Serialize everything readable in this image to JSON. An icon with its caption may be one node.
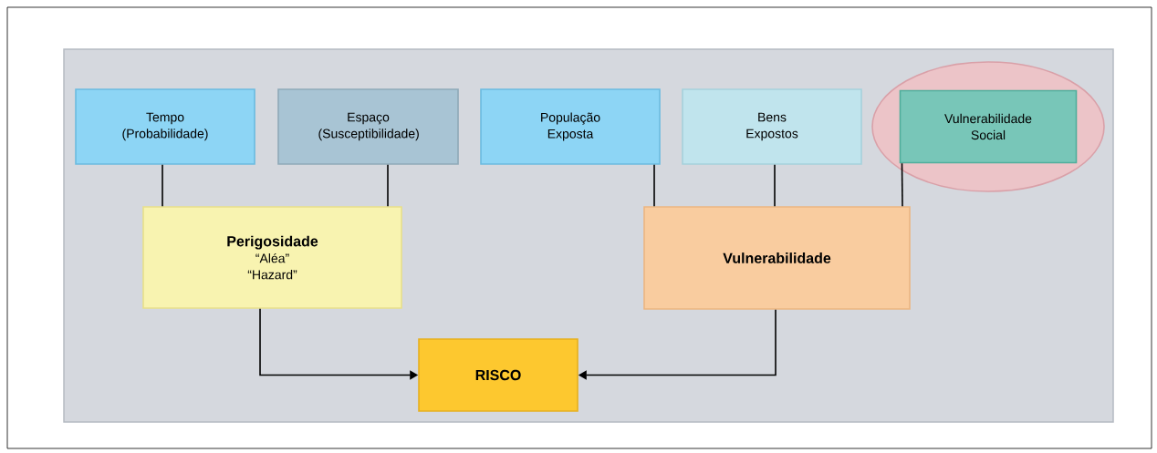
{
  "diagram": {
    "nodes": [
      {
        "text": [
          "Tempo (Probabilidade)"
        ]
      },
      {
        "text": [
          "Espaço (Susceptibilidade)"
        ]
      },
      {
        "text": [
          "População Exposta"
        ]
      },
      {
        "text": [
          "Bens Expostos"
        ]
      },
      {
        "text": [],
        "shape": "ellipse"
      },
      {
        "text": [
          "Vulnerabilidade Social"
        ],
        "in": 4
      },
      {
        "text": [
          "Perigosidade",
          "“Aléa”",
          "“Hazard”"
        ]
      },
      {
        "text": [
          "Vulnerabilidade"
        ]
      },
      {
        "text": [
          "RISCO"
        ]
      }
    ],
    "edges": [
      {
        "from": 0,
        "to": 6,
        "arrow": "none"
      },
      {
        "from": 1,
        "to": 6,
        "arrow": "none"
      },
      {
        "from": 2,
        "to": 7,
        "arrow": "none"
      },
      {
        "from": 3,
        "to": 7,
        "arrow": "none"
      },
      {
        "from": 5,
        "to": 7,
        "arrow": "none"
      },
      {
        "from": 6,
        "to": 8,
        "arrow": "to"
      },
      {
        "from": 7,
        "to": 8,
        "arrow": "to"
      }
    ]
  }
}
